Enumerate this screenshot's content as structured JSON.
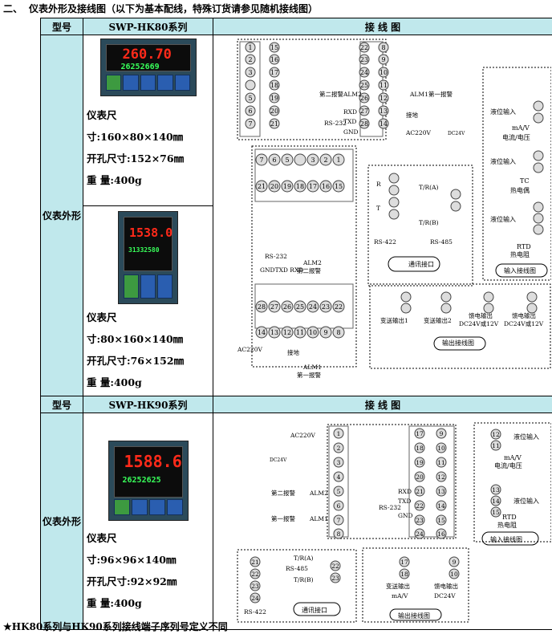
{
  "title": {
    "num": "二、",
    "text": "仪表外形及接线图（以下为基本配线，特殊订货请参见随机接线图）"
  },
  "section1": {
    "col_model": "型号",
    "model": "SWP-HK80系列",
    "col_wiring": "接 线 图",
    "label": "仪表外形",
    "meter_a": {
      "pv": "260.70",
      "sv": "26252669"
    },
    "meter_b": {
      "pv": "1538.0",
      "sv": "31332580"
    },
    "spec_a": [
      "仪表尺",
      "寸:160×80×140㎜",
      "开孔尺寸:152×76㎜",
      "重 量:400g"
    ],
    "spec_b": [
      "仪表尺",
      "寸:80×160×140㎜",
      "开孔尺寸:76×152㎜",
      "重 量:400g"
    ],
    "wiring": {
      "alm2": "第二报警",
      "alm1": "第一报警",
      "alm2_tag": "ALM2",
      "alm1_tag": "ALM1",
      "rs232": "RS-232",
      "rxd": "RXD",
      "txd": "TXD",
      "gnd": "GND",
      "ground": "接地",
      "ac220": "AC220V",
      "dc24": "DC24V",
      "tr_a": "T/R(A)",
      "tr_b": "T/R(B)",
      "rs422": "RS-422",
      "rs485": "RS-485",
      "comm": "通讯接口",
      "output": "输出接线图",
      "input": "输入接线图",
      "level_in": "液位输入",
      "ma_v": "mA/V",
      "cur_volt": "电流/电压",
      "tc": "TC",
      "thermo": "热电偶",
      "rtd": "RTD",
      "rtd_cn": "热电阻",
      "out1": "变送输出1",
      "out2": "变送输出2",
      "feed": "馈电输出",
      "feed_v": "DC24V或12V",
      "gndtxdrxd": "GNDTXD RXD",
      "alm2_2": "ALM2",
      "alm2_cn": "第二报警",
      "alm1_2": "ALM1",
      "alm1_cn": "第一报警"
    }
  },
  "section2": {
    "col_model": "型号",
    "model": "SWP-HK90系列",
    "col_wiring": "接 线 图",
    "label": "仪表外形",
    "meter": {
      "pv": "1588.6",
      "sv": "26252625"
    },
    "spec": [
      "仪表尺",
      "寸:96×96×140㎜",
      "开孔尺寸:92×92㎜",
      "重 量:400g"
    ],
    "wiring": {
      "ac220": "AC220V",
      "dc24": "DC24V",
      "alm2": "第二报警",
      "alm1": "第一报警",
      "alm2_tag": "ALM2",
      "alm1_tag": "ALM1",
      "rs232": "RS-232",
      "rxd": "RXD",
      "txd": "TXD",
      "gnd": "GND",
      "level_in": "液位输入",
      "ma_v": "mA/V",
      "cur_volt": "电流/电压",
      "rtd": "RTD",
      "rtd_cn": "热电阻",
      "input": "输入接线图",
      "tr_a": "T/R(A)",
      "tr_b": "T/R(B)",
      "rs485": "RS-485",
      "rs422": "RS-422",
      "comm": "通讯接口",
      "out": "变送输出",
      "feed": "馈电输出",
      "output": "输出接线图"
    }
  },
  "footnote": "★HK80系列与HK90系列接线端子序列号定义不同"
}
